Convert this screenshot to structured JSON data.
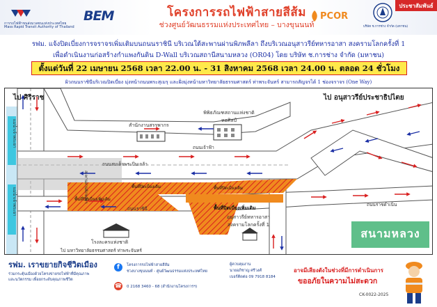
{
  "header": {
    "project_title": "โครงการรถไฟฟ้าสายสีส้ม",
    "project_subtitle": "ช่วงศูนย์วัฒนธรรมแห่งประเทศไทย – บางขุนนนท์",
    "mrta_name_th": "การรถไฟฟ้าขนส่งมวลชนแห่งประเทศไทย",
    "mrta_name_en": "Mass Rapid Transit Authority of Thailand",
    "bem_logo": "BEM",
    "pcor_logo": "PCOR",
    "seal_caption": "บริษัท ช.การช่าง จำกัด (มหาชน)",
    "pr_badge": "ประชาสัมพันธ์",
    "colors": {
      "title": "#e0412a",
      "brand_blue": "#1b3d8a",
      "badge": "#d62828"
    }
  },
  "announcement": {
    "line1": "รฟม. แจ้งปิดเบี่ยงการจราจรเพิ่มเติมบนถนนราชินี บริเวณใต้สะพานผ่านพิภพลีลา ถึงบริเวณอนุสาวรีย์ทหารอาสา สงครามโลกครั้งที่ 1",
    "line2": "เพื่อดำเนินงานก่อสร้างกำแพงกันดิน D-Wall บริเวณสถานีสนามหลวง (OR04) โดย บริษัท ช.การช่าง จำกัด (มหาชน)",
    "date_range": "ตั้งแต่วันที่ 22 เมษายน 2568 เวลา 22.00 น. - 31 สิงหาคม 2568 เวลา 24.00 น. ตลอด 24 ชั่วโมง",
    "direction_note": "ผิวถนนราชินีบริเวณปิดเบี่ยง มุ่งหน้าถนนพระสุเมรุ และฝั่งมุ่งหน้ามหาวิทยาลัยธรรมศาสตร์ ท่าพระจันทร์ สามารถสัญจรได้ 1 ช่องจราจร (One Way)",
    "colors": {
      "text": "#1b2fa5",
      "date_bg": "#ffe94a",
      "date_border": "#d91f1f"
    }
  },
  "map": {
    "dir_top_left": "ไป ศิริราช",
    "dir_top_right": "ไป อนุสาวรีย์ประชาธิปไตย",
    "dir_bottom_left": "ไป มหาวิทยาลัยธรรมศาสตร์ ท่าพระจันทร์",
    "left_road_upper": "แม่น้ำเจ้าพระยา",
    "left_road_lower": "แม่น้ำเจ้าพระยา",
    "building_1": "สำนักงานสรรพากร",
    "building_2": "พิพิธภัณฑสถานแห่งชาติ หอศิลป์",
    "road_upper": "ถนนเจ้าฟ้า",
    "road_main": "ถนนสมเด็จพระปิ่นเกล้า",
    "bridge_label": "สะพานผ่านพิภพลีลา",
    "work_zone_1": "พื้นที่ปิดเบี่ยงเดิม",
    "work_zone_2": "พื้นที่ปิดเบี่ยงเพิ่มเติม",
    "work_zone_3": "พื้นที่ปิดเบี่ยงเดิม",
    "work_zone_4": "พื้นที่ปิดเบี่ยงเพิ่มเติม",
    "road_ratchini": "ถนนราชินี",
    "road_ratchadamnoen": "ถนนราชดำเนิน",
    "monument": "อนุสาวรีย์ทหารอาสา สงครามโลกครั้งที่ 1",
    "theatre": "โรงละครแห่งชาติ",
    "sanam_luang": "สนามหลวง",
    "colors": {
      "work_zone": "#f08a1e",
      "hatch": "#d91f1f",
      "arrow_red": "#d91f1f",
      "arrow_blue": "#1b2fa5",
      "park": "#5fbf8a",
      "label_box": "#3ec7e0"
    }
  },
  "footer": {
    "slogan": "รฟม. เราขยายกิจชีวิตเมือง",
    "left_line1": "ร่วมกระตุ้นเมืองด้วยโครงข่ายรถไฟฟ้าที่มีคุณภาพ",
    "left_line2": "และนวัตกรรม เพื่อยกระดับคุณภาพชีวิต",
    "fb_line1": "โครงการรถไฟฟ้าสายสีส้ม",
    "fb_line2": "ช่วงบางขุนนนท์ - ศูนย์วัฒนธรรมแห่งประเทศไทย",
    "phone": "0 2168 3460 - 68 (สำนักงานโครงการฯ)",
    "coordinator_1": "ผู้ควบคุมงาน",
    "coordinator_2": "นายอภิชาญ ศรีวงศ์",
    "coordinator_3": "เบอร์ติดต่อ 09 7918 8184",
    "apology_1": "อาจมีเสียงดังในช่วงที่มีการดำเนินการ",
    "apology_2": "ขออภัยในความไม่สะดวก",
    "doc_code": "CK-0022-2025",
    "colors": {
      "slogan": "#1b3d8a",
      "apology": "#d91f1f",
      "fb": "#1877f2"
    }
  }
}
